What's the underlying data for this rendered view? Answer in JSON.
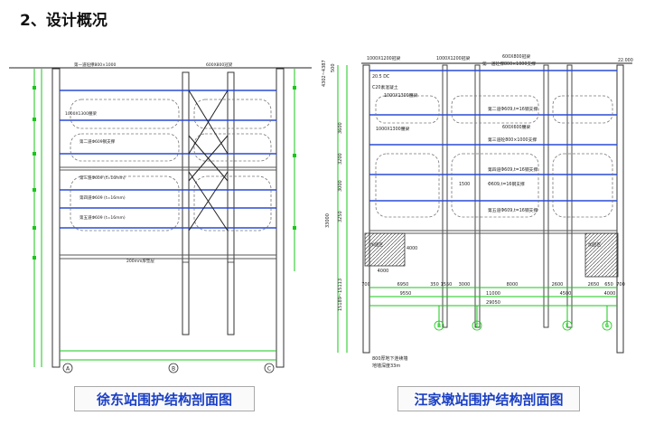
{
  "slide": {
    "title": "2、设计概况"
  },
  "left_figure": {
    "caption": "徐东站围护结构剖面图",
    "axis_labels": [
      "A",
      "B",
      "C"
    ]
  },
  "right_figure": {
    "caption": "汪家墩站围护结构剖面图",
    "top_labels": {
      "beam_left": "1000X1200冠梁",
      "beam_mid": "1000X1200冠梁",
      "beam_top": "600X800冠梁",
      "strut1": "第一道砼撑800×1000支撑",
      "elev": "22.000"
    },
    "left_heights": [
      "4302~4387",
      "500",
      "3600",
      "3200",
      "3000",
      "3250",
      "33000",
      "15189~15113"
    ],
    "inner_labels": {
      "soil": "20.5 DC",
      "c20": "C20素混凝土",
      "beam2": "1000X1300腰梁",
      "strut2": "第二道Φ609,t=16钢支撑",
      "strut3": "第三道砼800×1000支撑",
      "beam3": "600X600腰梁",
      "beam4": "1000X1300腰梁",
      "strut4": "第四道Φ609,t=16钢支撑",
      "strut5": "Φ609,t=16钢支撑",
      "strut6": "第五道Φ609,t=16钢支撑",
      "col_h": "1500",
      "reinf": "加固区",
      "pile_h": "4000"
    },
    "bottom_dims_row1": [
      "700",
      "6950",
      "350",
      "1550",
      "3000",
      "8000",
      "2600",
      "2650",
      "650",
      "700"
    ],
    "bottom_dims_row2": [
      "9550",
      "11000",
      "4500",
      "4000"
    ],
    "total_width": "29050",
    "under_block_dim": "4000",
    "axis_labels": [
      "B",
      "C",
      "F",
      "G"
    ],
    "bottom_note1": "800厚地下连续墙",
    "bottom_note2": "地墙深度33m"
  },
  "colors": {
    "caption": "#1a3fc4",
    "green_dims": "#18c718",
    "blue_lines": "#2a4bd6",
    "dark_lines": "#222222"
  }
}
